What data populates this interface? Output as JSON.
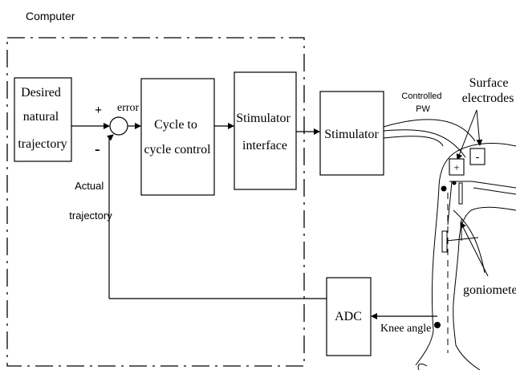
{
  "computer_label": "Computer",
  "blocks": {
    "desired": [
      "Desired",
      "natural",
      "trajectory"
    ],
    "cycle_control": [
      "Cycle to",
      "cycle control"
    ],
    "stimulator_interface": [
      "Stimulator",
      "interface"
    ],
    "stimulator": "Stimulator",
    "adc": "ADC"
  },
  "summing_junction": {
    "plus": "+",
    "minus": "-"
  },
  "signals": {
    "error": "error",
    "actual_trajectory": [
      "Actual",
      "trajectory"
    ],
    "controlled_pw": [
      "Controlled",
      "PW"
    ],
    "knee_angle": "Knee angle"
  },
  "leg_labels": {
    "surface_electrodes": [
      "Surface",
      "electrodes"
    ],
    "goniometer": "goniometer",
    "electrode_plus": "+",
    "electrode_minus": "-"
  }
}
